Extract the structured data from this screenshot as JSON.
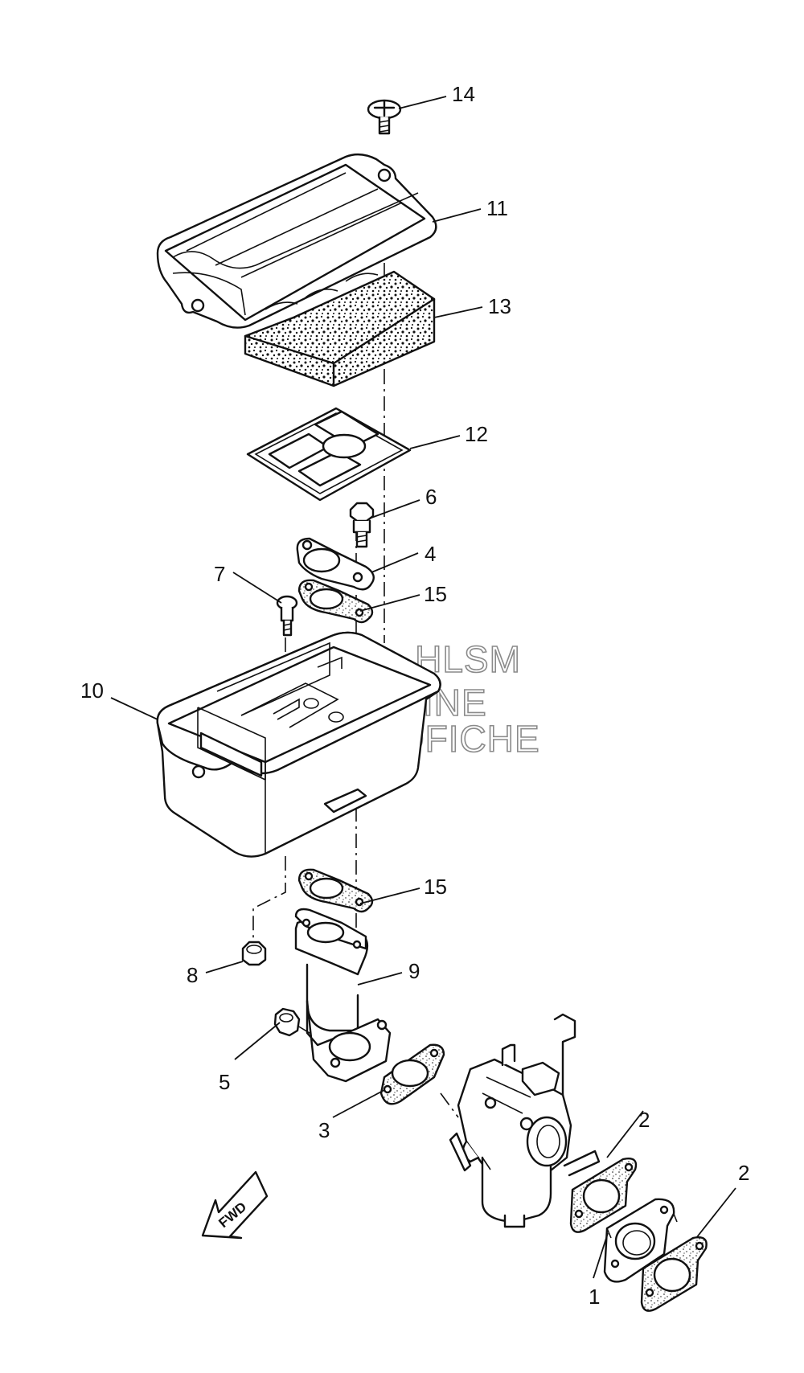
{
  "diagram": {
    "callouts": [
      {
        "id": "14",
        "label": "14"
      },
      {
        "id": "11",
        "label": "11"
      },
      {
        "id": "13",
        "label": "13"
      },
      {
        "id": "12",
        "label": "12"
      },
      {
        "id": "6",
        "label": "6"
      },
      {
        "id": "4",
        "label": "4"
      },
      {
        "id": "7",
        "label": "7"
      },
      {
        "id": "15a",
        "label": "15"
      },
      {
        "id": "10",
        "label": "10"
      },
      {
        "id": "15b",
        "label": "15"
      },
      {
        "id": "9",
        "label": "9"
      },
      {
        "id": "8",
        "label": "8"
      },
      {
        "id": "5",
        "label": "5"
      },
      {
        "id": "3",
        "label": "3"
      },
      {
        "id": "2a",
        "label": "2"
      },
      {
        "id": "2b",
        "label": "2"
      },
      {
        "id": "1",
        "label": "1"
      }
    ],
    "direction_label": "FWD",
    "watermark": [
      "HLSM",
      "ONLINE",
      "MICROFICHE"
    ]
  }
}
